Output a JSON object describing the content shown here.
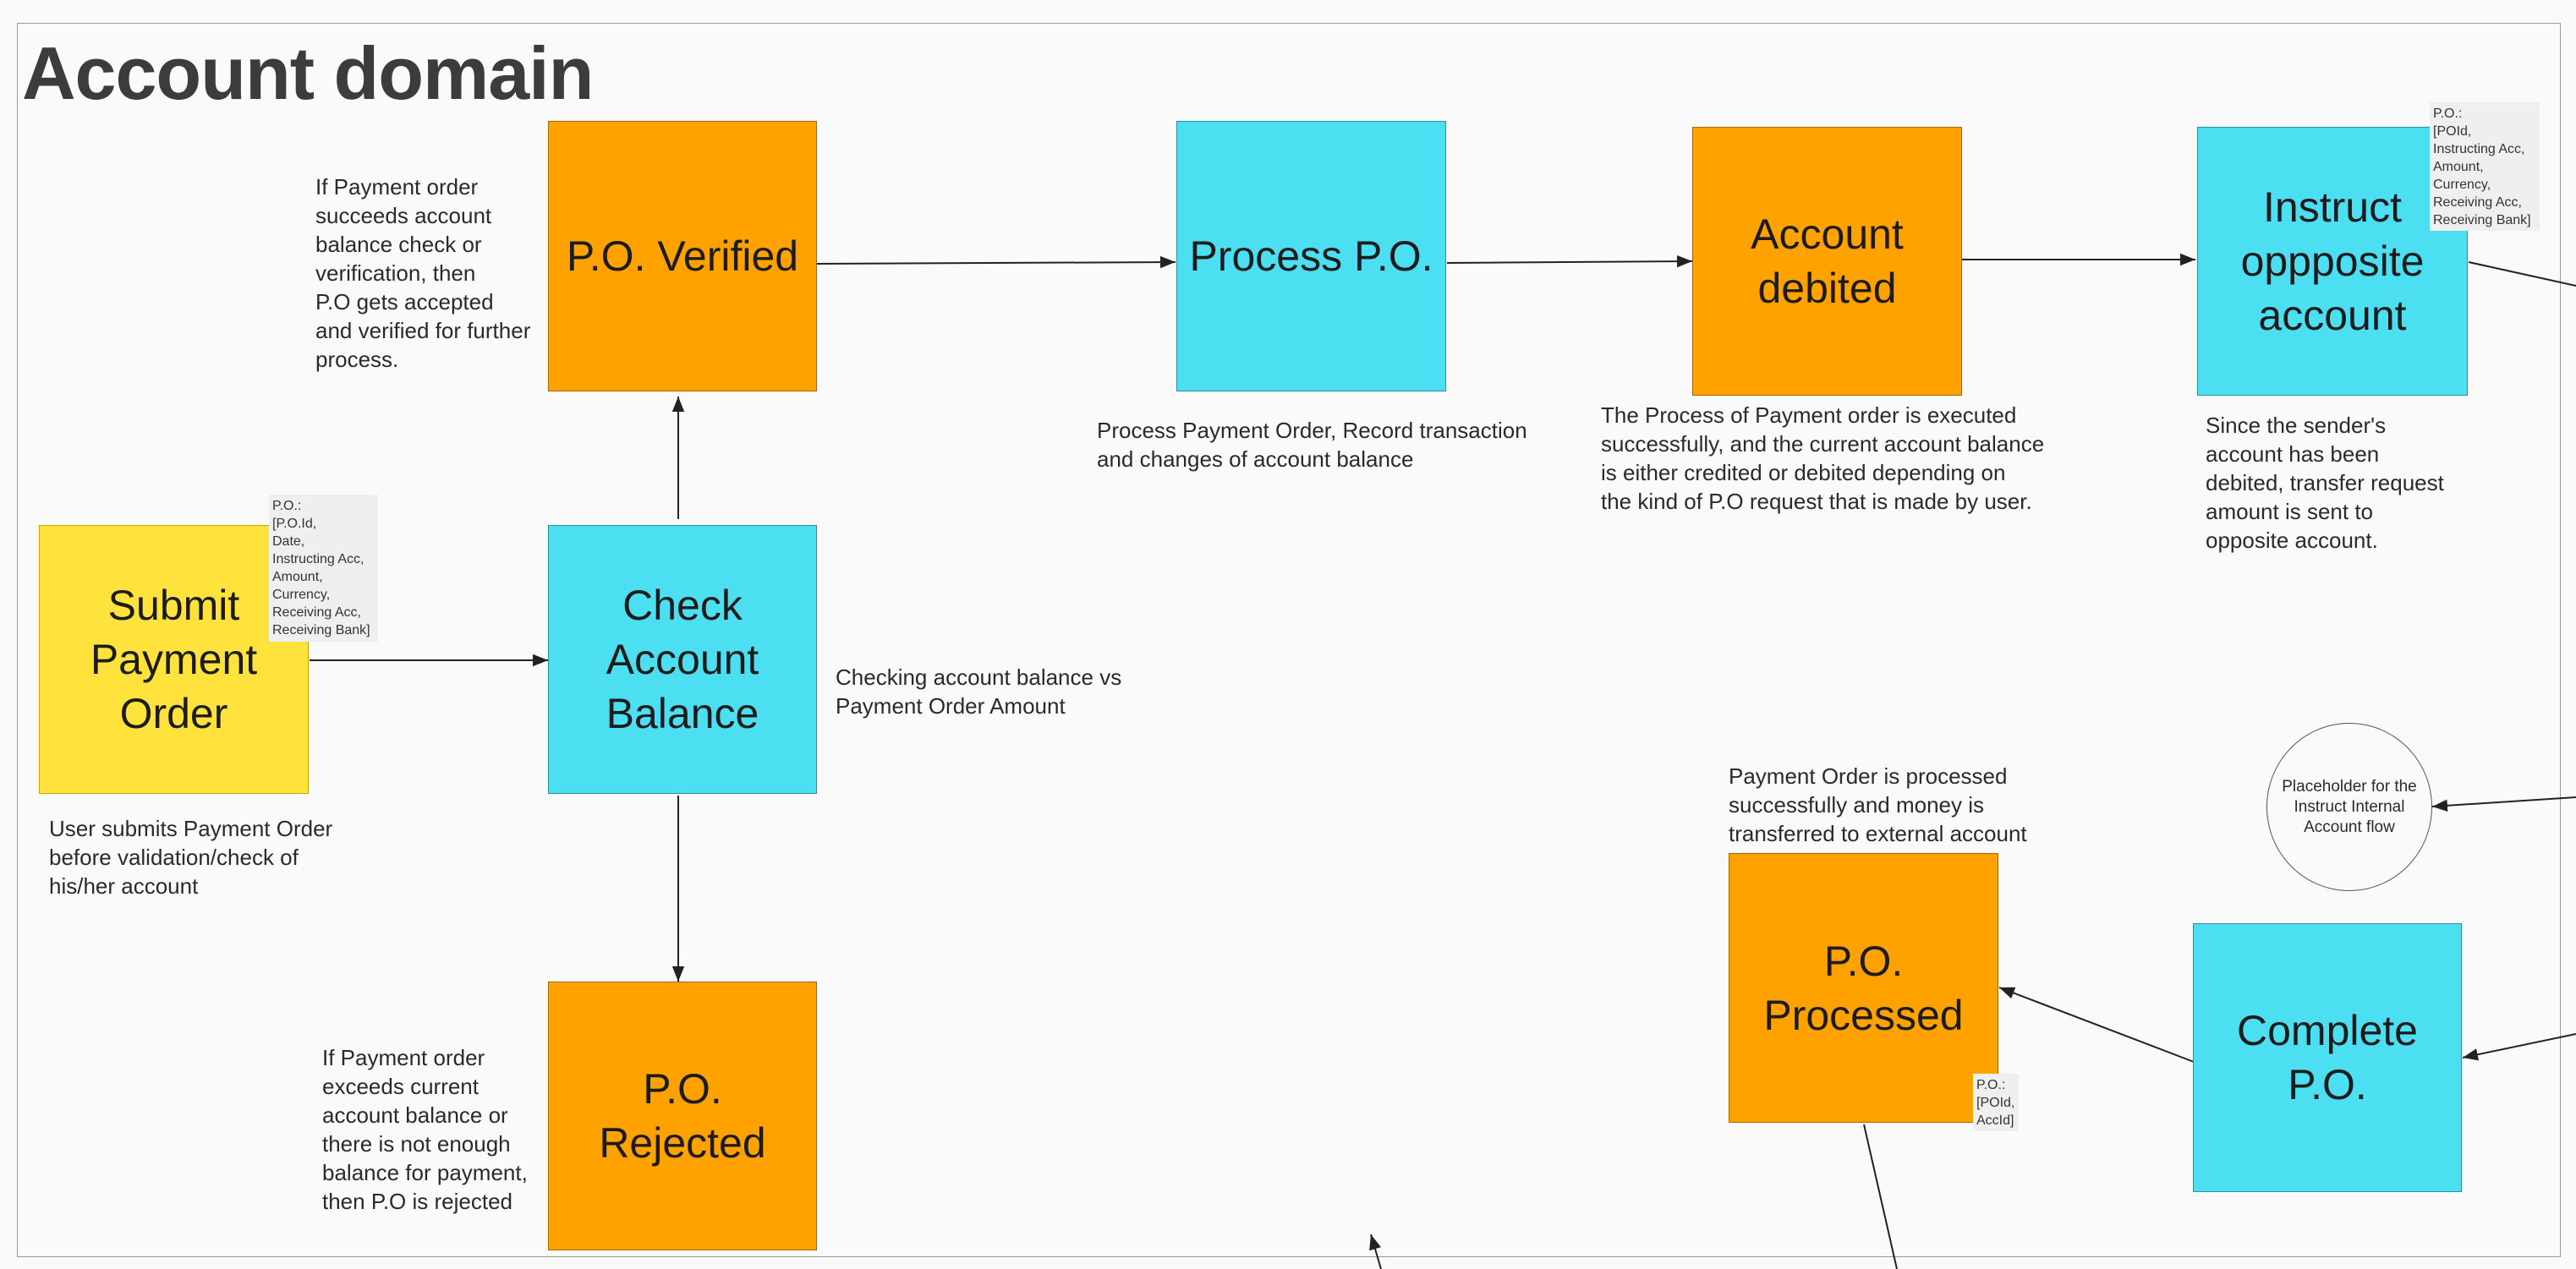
{
  "title": "Account domain",
  "nodes": {
    "submit_po": "Submit\nPayment\nOrder",
    "check_balance": "Check\nAccount\nBalance",
    "po_verified": "P.O. Verified",
    "process_po": "Process P.O.",
    "account_debited": "Account\ndebited",
    "instruct_opposite": "Instruct\noppposite\naccount",
    "po_rejected": "P.O.\nRejected",
    "po_processed": "P.O.\nProcessed",
    "complete_po": "Complete\nP.O.",
    "placeholder": "Placeholder for the\nInstruct Internal\nAccount flow"
  },
  "tags": {
    "submit_po": "P.O.:\n[P.O.Id,\nDate,\nInstructing Acc,\nAmount,\nCurrency,\nReceiving Acc,\nReceiving Bank]",
    "instruct_opposite": "P.O.:\n[POId,\nInstructing Acc,\nAmount,\nCurrency,\nReceiving Acc,\nReceiving Bank]",
    "po_processed": "P.O.:\n[POId,\nAccId]"
  },
  "notes": {
    "submit_po": "User submits Payment Order\nbefore validation/check of\nhis/her account",
    "check_balance": "Checking account balance vs\nPayment Order Amount",
    "po_verified": "If Payment order\nsucceeds account\nbalance check or\nverification, then\nP.O gets accepted\nand verified for further\nprocess.",
    "process_po": "Process Payment Order, Record transaction\nand changes of account balance",
    "account_debited": "The Process of Payment order is executed\nsuccessfully, and the current account balance\nis either credited or debited depending on\nthe kind of P.O request that is made by user.",
    "instruct_opposite": "Since the sender's\naccount has been\ndebited, transfer request\namount is sent to\nopposite account.",
    "po_rejected": "If Payment order\nexceeds current\naccount balance or\nthere is not enough\nbalance for payment,\nthen P.O is rejected",
    "po_processed": "Payment Order is processed\nsuccessfully and money is\ntransferred to external account"
  }
}
